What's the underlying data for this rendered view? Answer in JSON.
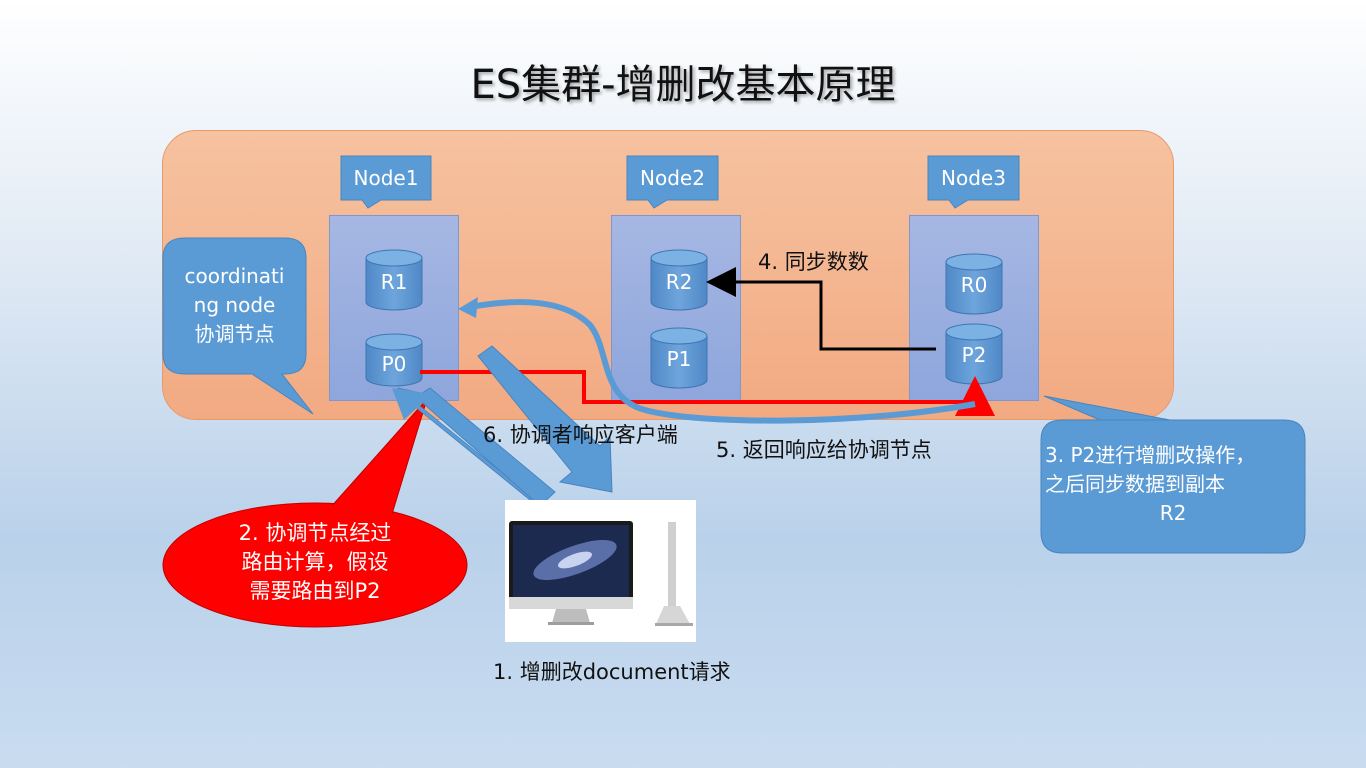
{
  "title": "ES集群-增删改基本原理",
  "nodes": [
    {
      "name": "Node1",
      "shards": [
        "R1",
        "P0"
      ]
    },
    {
      "name": "Node2",
      "shards": [
        "R2",
        "P1"
      ]
    },
    {
      "name": "Node3",
      "shards": [
        "R0",
        "P2"
      ]
    }
  ],
  "coordinating_callout": [
    "coordinati",
    "ng node",
    "协调节点"
  ],
  "steps": {
    "step1": "1. 增删改document请求",
    "step2": [
      "2. 协调节点经过",
      "路由计算，假设",
      "需要路由到P2"
    ],
    "step3": [
      "3. P2进行增删改操作，",
      "之后同步数据到副本",
      "R2"
    ],
    "step4": "4. 同步数数",
    "step5": "5. 返回响应给协调节点",
    "step6": "6. 协调者响应客户端"
  },
  "colors": {
    "cluster": "#f4b183",
    "node": "#8ea6dc",
    "callout_blue": "#5b9bd5",
    "route_red": "#ff0000",
    "sync_black": "#000000",
    "arrow_blue": "#5b9bd5"
  },
  "icons": [
    "computer-icon",
    "cylinder-icon"
  ]
}
